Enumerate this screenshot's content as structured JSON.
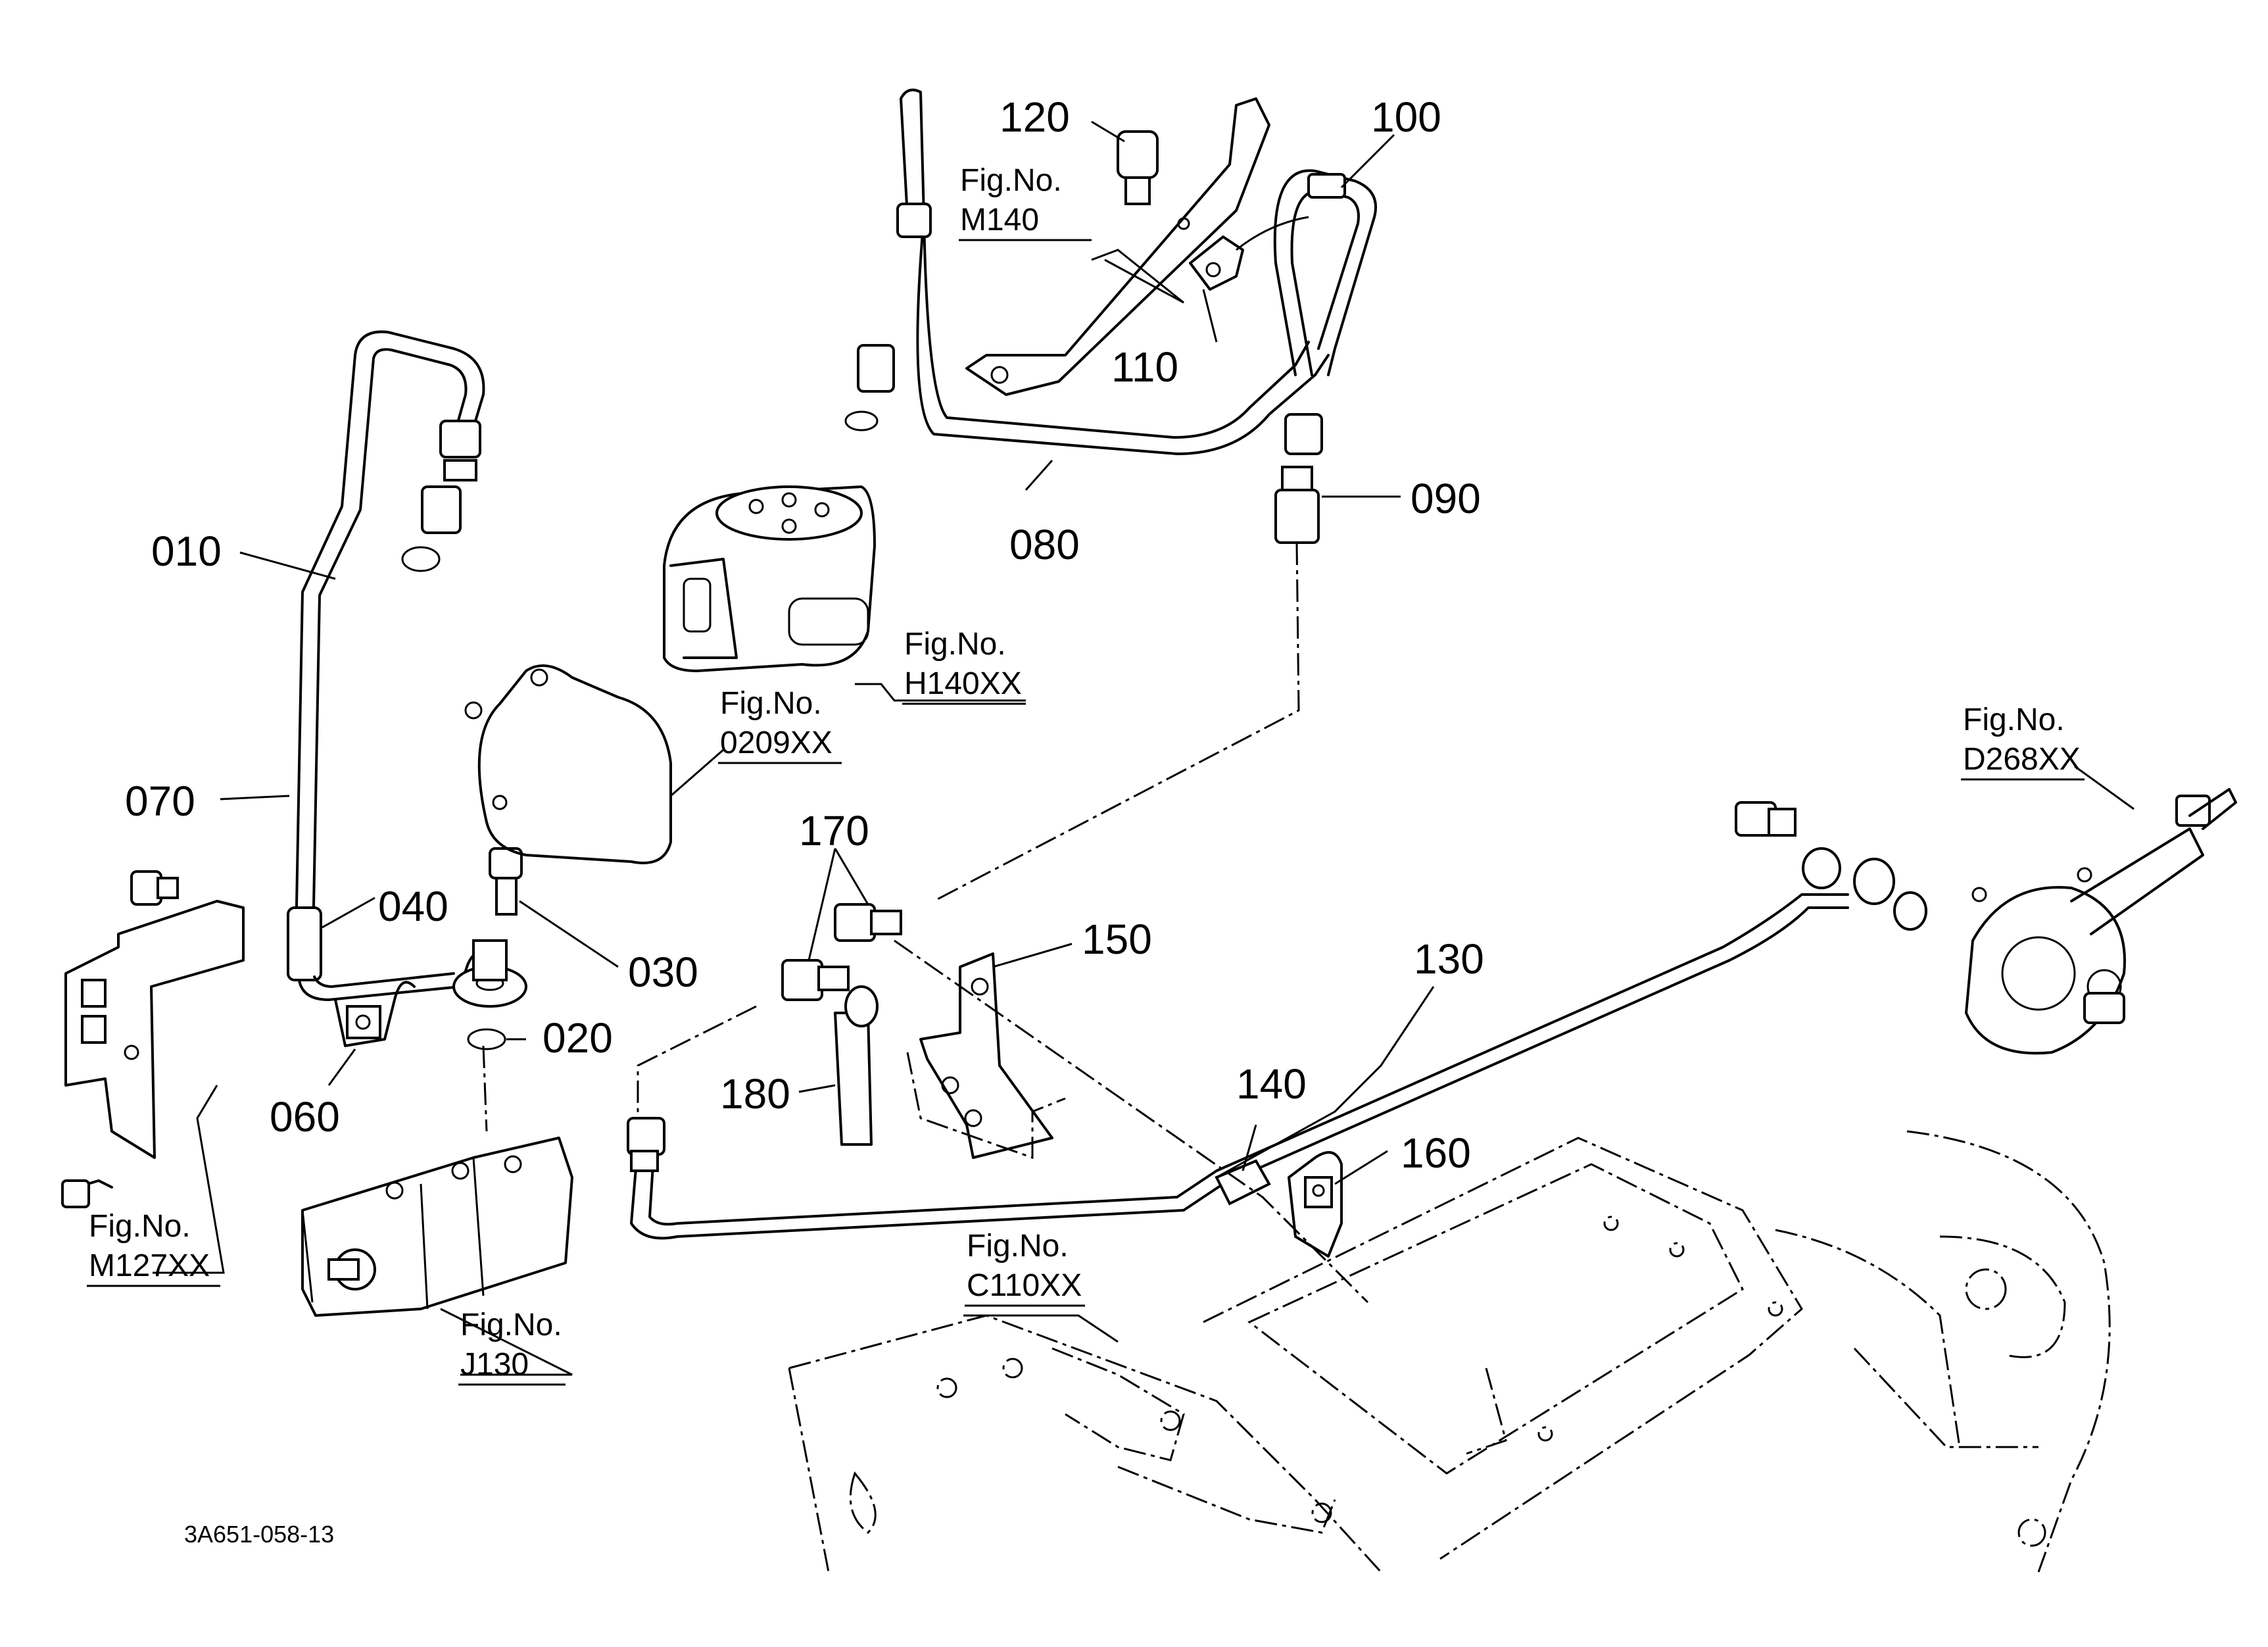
{
  "drawing_code": "3A651-058-13",
  "parts": [
    {
      "id": "p010",
      "number": "010"
    },
    {
      "id": "p020",
      "number": "020"
    },
    {
      "id": "p030",
      "number": "030"
    },
    {
      "id": "p040",
      "number": "040"
    },
    {
      "id": "p060",
      "number": "060"
    },
    {
      "id": "p070",
      "number": "070"
    },
    {
      "id": "p080",
      "number": "080"
    },
    {
      "id": "p090",
      "number": "090"
    },
    {
      "id": "p100",
      "number": "100"
    },
    {
      "id": "p110",
      "number": "110"
    },
    {
      "id": "p120",
      "number": "120"
    },
    {
      "id": "p130",
      "number": "130"
    },
    {
      "id": "p140",
      "number": "140"
    },
    {
      "id": "p150",
      "number": "150"
    },
    {
      "id": "p160",
      "number": "160"
    },
    {
      "id": "p170",
      "number": "170"
    },
    {
      "id": "p180",
      "number": "180"
    }
  ],
  "figure_refs": [
    {
      "id": "m140",
      "label": "Fig.No.",
      "code": "M140"
    },
    {
      "id": "h140xx",
      "label": "Fig.No.",
      "code": "H140XX"
    },
    {
      "id": "0209xx",
      "label": "Fig.No.",
      "code": "0209XX"
    },
    {
      "id": "d268xx",
      "label": "Fig.No.",
      "code": "D268XX"
    },
    {
      "id": "m127xx",
      "label": "Fig.No.",
      "code": "M127XX"
    },
    {
      "id": "c110xx",
      "label": "Fig.No.",
      "code": "C110XX"
    },
    {
      "id": "j130",
      "label": "Fig.No.",
      "code": "J130"
    }
  ]
}
